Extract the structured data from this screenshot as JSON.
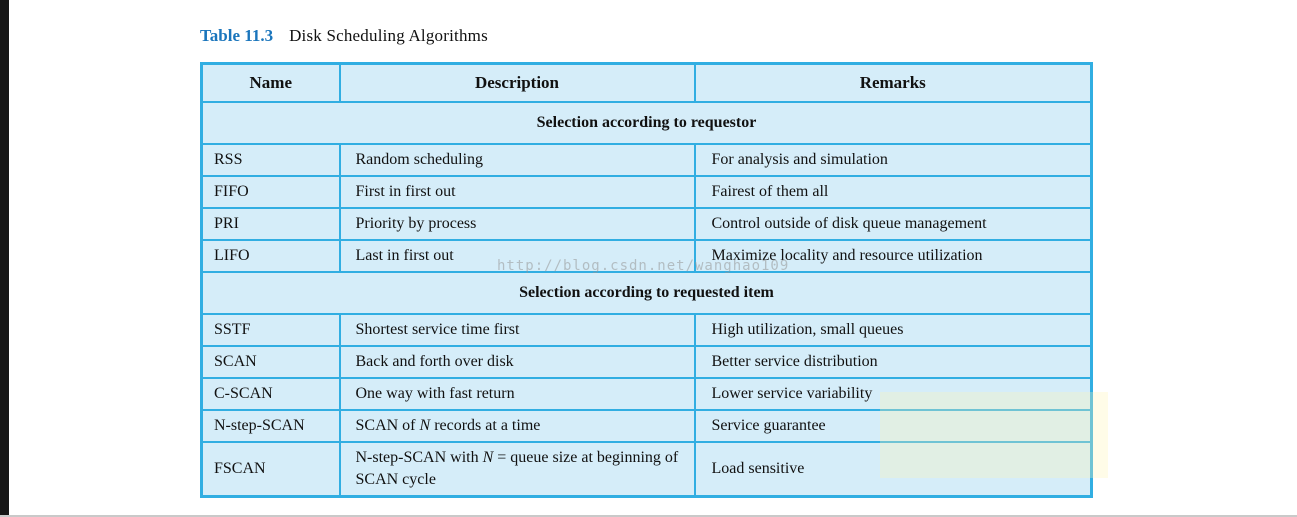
{
  "caption": {
    "label": "Table 11.3",
    "title": "Disk Scheduling Algorithms"
  },
  "watermark": "http://blog.csdn.net/wanghao109",
  "colors": {
    "table_border": "#31aee2",
    "cell_background": "#d5edf9",
    "caption_label": "#1a75bc"
  },
  "table": {
    "columns": [
      "Name",
      "Description",
      "Remarks"
    ],
    "sections": [
      {
        "header": "Selection according to requestor",
        "rows": [
          {
            "name": "RSS",
            "description": "Random scheduling",
            "remarks": "For analysis and simulation"
          },
          {
            "name": "FIFO",
            "description": "First in first out",
            "remarks": "Fairest of them all"
          },
          {
            "name": "PRI",
            "description": "Priority by process",
            "remarks": "Control outside of disk queue management"
          },
          {
            "name": "LIFO",
            "description": "Last in first out",
            "remarks": "Maximize locality and resource utilization"
          }
        ]
      },
      {
        "header": "Selection according to requested item",
        "rows": [
          {
            "name": "SSTF",
            "description": "Shortest service time first",
            "remarks": "High utilization, small queues"
          },
          {
            "name": "SCAN",
            "description": "Back and forth over disk",
            "remarks": "Better service distribution"
          },
          {
            "name": "C-SCAN",
            "description": "One way with fast return",
            "remarks": "Lower service variability"
          },
          {
            "name": "N-step-SCAN",
            "description_pre": "SCAN of ",
            "description_em": "N",
            "description_post": " records at a time",
            "remarks": "Service guarantee"
          },
          {
            "name": "FSCAN",
            "description_pre": "N-step-SCAN with ",
            "description_em": "N",
            "description_post": " = queue size at beginning of SCAN cycle",
            "remarks": "Load sensitive"
          }
        ]
      }
    ]
  }
}
